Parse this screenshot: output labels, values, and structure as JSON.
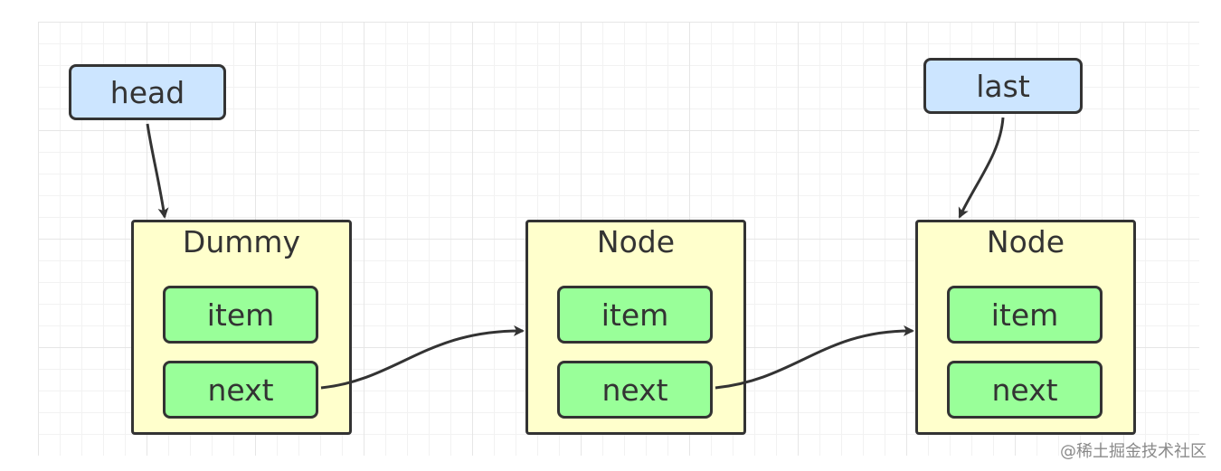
{
  "pointers": {
    "head": "head",
    "last": "last"
  },
  "nodes": [
    {
      "title": "Dummy",
      "item": "item",
      "next": "next"
    },
    {
      "title": "Node",
      "item": "item",
      "next": "next"
    },
    {
      "title": "Node",
      "item": "item",
      "next": "next"
    }
  ],
  "watermark": "@稀土掘金技术社区",
  "colors": {
    "pointer_fill": "#cce5ff",
    "node_fill": "#ffffcc",
    "field_fill": "#99ff99",
    "stroke": "#333333",
    "grid_line": "#e6e6e6"
  }
}
